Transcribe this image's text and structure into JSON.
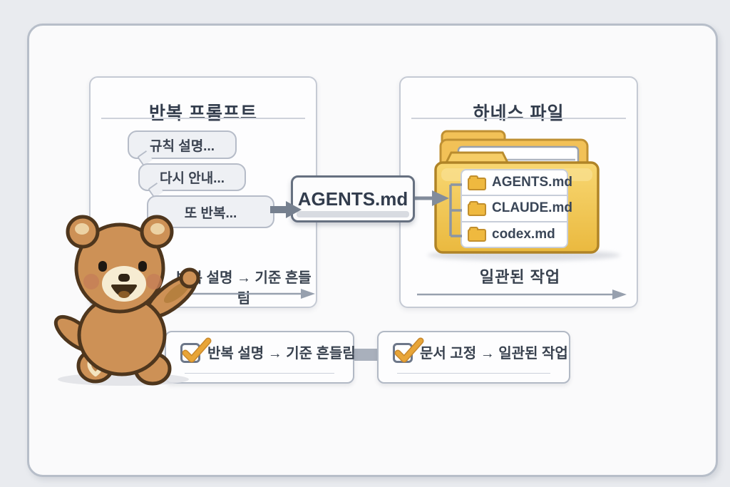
{
  "left_panel": {
    "title": "반복 프롬프트",
    "bubbles": [
      "규칙 설명...",
      "다시 안내...",
      "또 반복..."
    ],
    "caption": "반복 설명 → 기준 흔들림"
  },
  "center_box": {
    "label": "AGENTS.md"
  },
  "right_panel": {
    "title": "하네스 파일",
    "files": [
      "AGENTS.md",
      "CLAUDE.md",
      "codex.md"
    ],
    "caption": "일관된 작업"
  },
  "checklist": {
    "left_label": "반복 설명 → 기준 흔들림",
    "right_label": "문서 고정 → 일관된 작업"
  },
  "colors": {
    "accent_amber": "#e8a538",
    "folder_yellow": "#f2c157",
    "text_dark": "#39424f",
    "arrow_gray": "#768090",
    "panel_border": "#c5cad4"
  }
}
